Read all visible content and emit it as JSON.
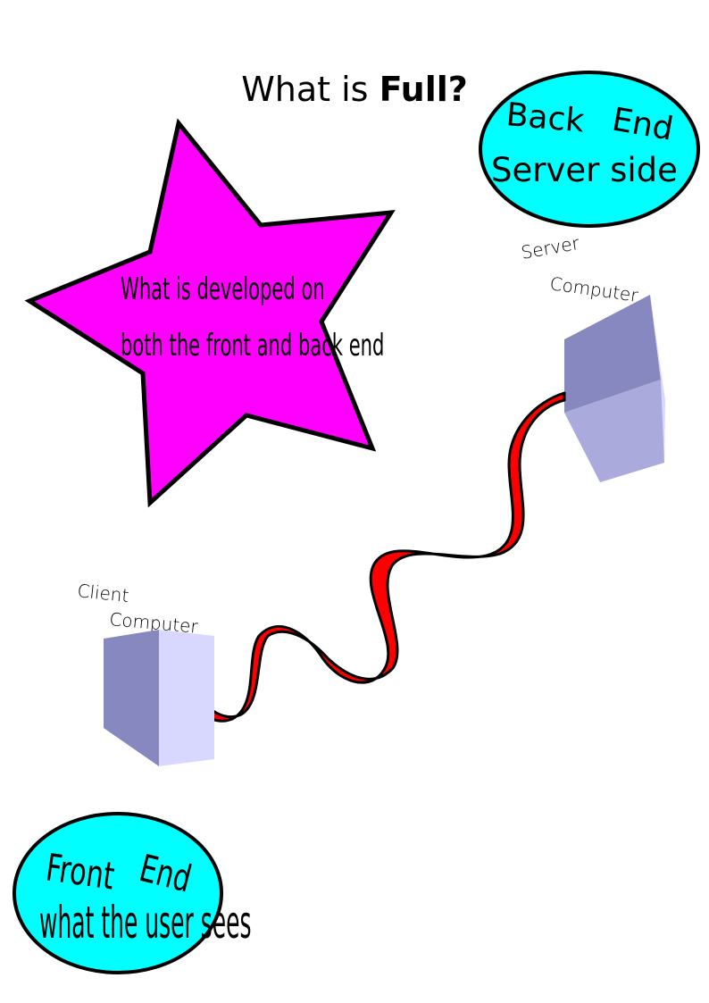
{
  "title": {
    "prefix": "What is",
    "bold": "Full?"
  },
  "star": {
    "line1": "What is developed on",
    "line2": "both the front and back end",
    "fill": "#ff00ff"
  },
  "back_end": {
    "line1_a": "Back",
    "line1_b": "End",
    "line2": "Server side",
    "fill": "#00ffff"
  },
  "front_end": {
    "line1_a": "Front",
    "line1_b": "End",
    "line2": "what the user sees",
    "fill": "#00ffff"
  },
  "server": {
    "label1": "Server",
    "label2": "Computer"
  },
  "client": {
    "label1": "Client",
    "label2": "Computer"
  },
  "colors": {
    "cable": "#ff0000",
    "box_dark": "#8888c0",
    "box_mid": "#aaaadd",
    "box_light": "#d8d8ff"
  }
}
